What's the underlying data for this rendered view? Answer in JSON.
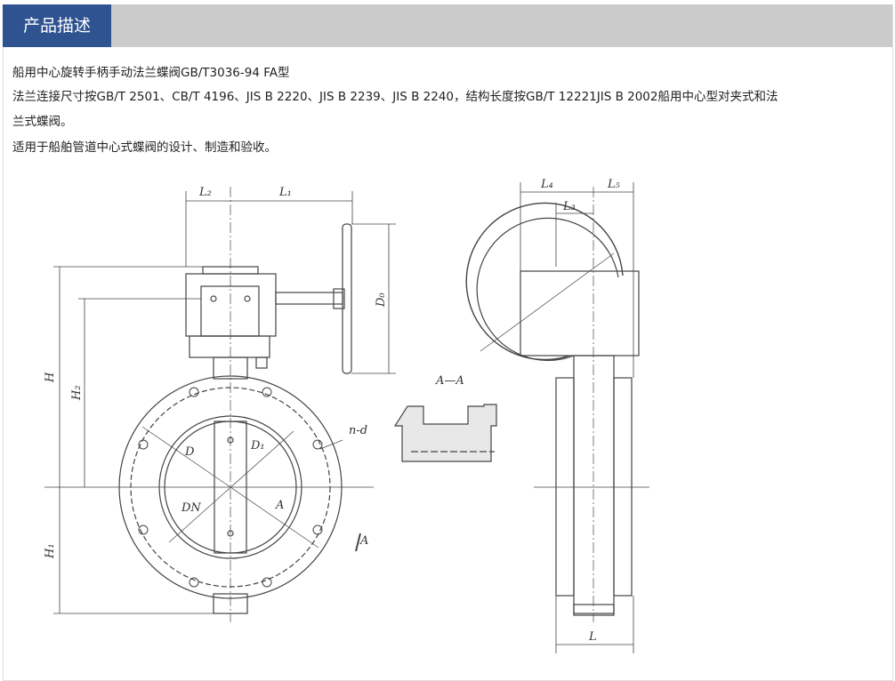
{
  "header": {
    "tab_label": "产品描述"
  },
  "description": {
    "line1": "船用中心旋转手柄手动法兰蝶阀GB/T3036-94 FA型",
    "line2": "法兰连接尺寸按GB/T 2501、CB/T 4196、JIS B 2220、JIS B 2239、JIS B 2240，结构长度按GB/T 12221JIS B 2002船用中心型对夹式和法",
    "line3": "兰式蝶阀。",
    "line4": "适用于船舶管道中心式蝶阀的设计、制造和验收。"
  },
  "drawing": {
    "labels": {
      "L2": "L₂",
      "L1": "L₁",
      "D0": "D₀",
      "H": "H",
      "H2": "H₂",
      "H1": "H₁",
      "D": "D",
      "D1": "D₁",
      "DN": "DN",
      "nd": "n-d",
      "A1": "A",
      "A2": "A",
      "AA": "A—A",
      "L4": "L₄",
      "L5": "L₅",
      "L3": "L₃",
      "L": "L"
    }
  }
}
